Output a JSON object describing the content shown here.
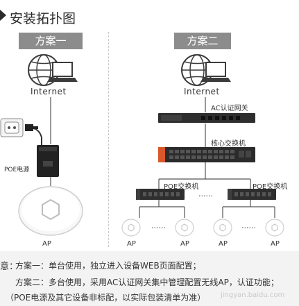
{
  "title": "安装拓扑图",
  "scheme1": {
    "label": "方案一",
    "internet": "Internet",
    "poe_label": "POE电源",
    "ap_label": "AP"
  },
  "scheme2": {
    "label": "方案二",
    "internet": "Internet",
    "ac_label": "AC认证网关",
    "core_label": "核心交换机",
    "poe_switch_left": "POE交换机",
    "poe_switch_right": "POE交换机",
    "dots": "······",
    "ap_labels": [
      "AP",
      "AP",
      "AP",
      "AP"
    ]
  },
  "footer": {
    "prefix": "意：",
    "line1": "方案一：单台使用，独立进入设备WEB页面配置；",
    "line2": "方案二：多台使用，采用AC认证网关集中管理配置无线AP，认证功能；",
    "line3": "（POE电源及其它设备非标配，以实际包装清单为准）",
    "watermark": "jingyan.baidu.com"
  },
  "colors": {
    "accent": "#2a6fb8",
    "label_bg": "#8c8c8c",
    "device_dark": "#2e2e2e",
    "switch_accent": "#d9582b"
  }
}
